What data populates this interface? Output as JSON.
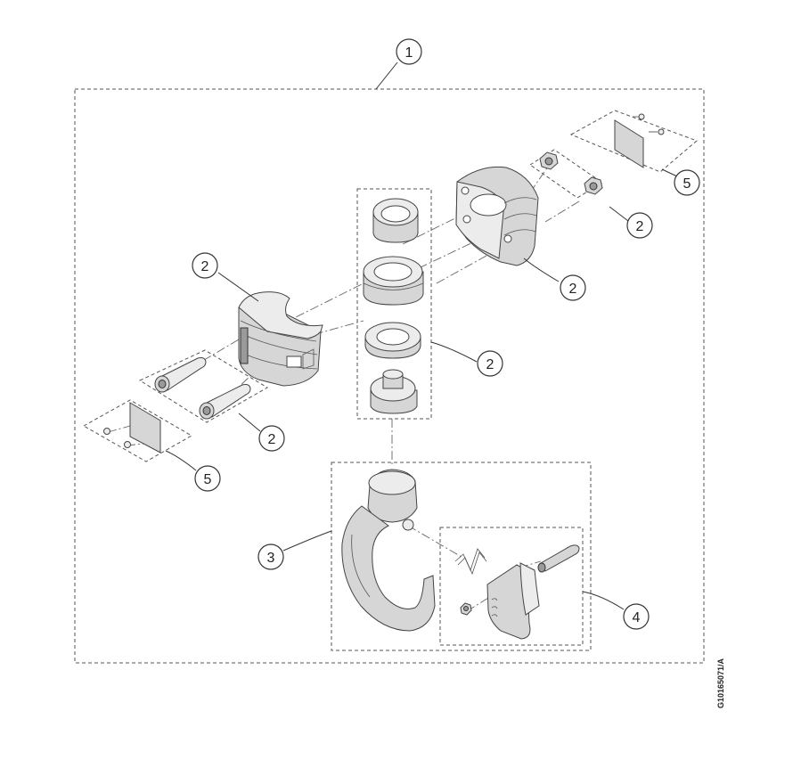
{
  "drawing_code": "G10165071/A",
  "callouts": [
    {
      "id": "callout-1",
      "label": "1"
    },
    {
      "id": "callout-2-left-housing",
      "label": "2"
    },
    {
      "id": "callout-2-bolts",
      "label": "2"
    },
    {
      "id": "callout-2-bearing-stack",
      "label": "2"
    },
    {
      "id": "callout-2-right-housing",
      "label": "2"
    },
    {
      "id": "callout-2-nuts",
      "label": "2"
    },
    {
      "id": "callout-3",
      "label": "3"
    },
    {
      "id": "callout-4",
      "label": "4"
    },
    {
      "id": "callout-5-left",
      "label": "5"
    },
    {
      "id": "callout-5-right",
      "label": "5"
    }
  ]
}
